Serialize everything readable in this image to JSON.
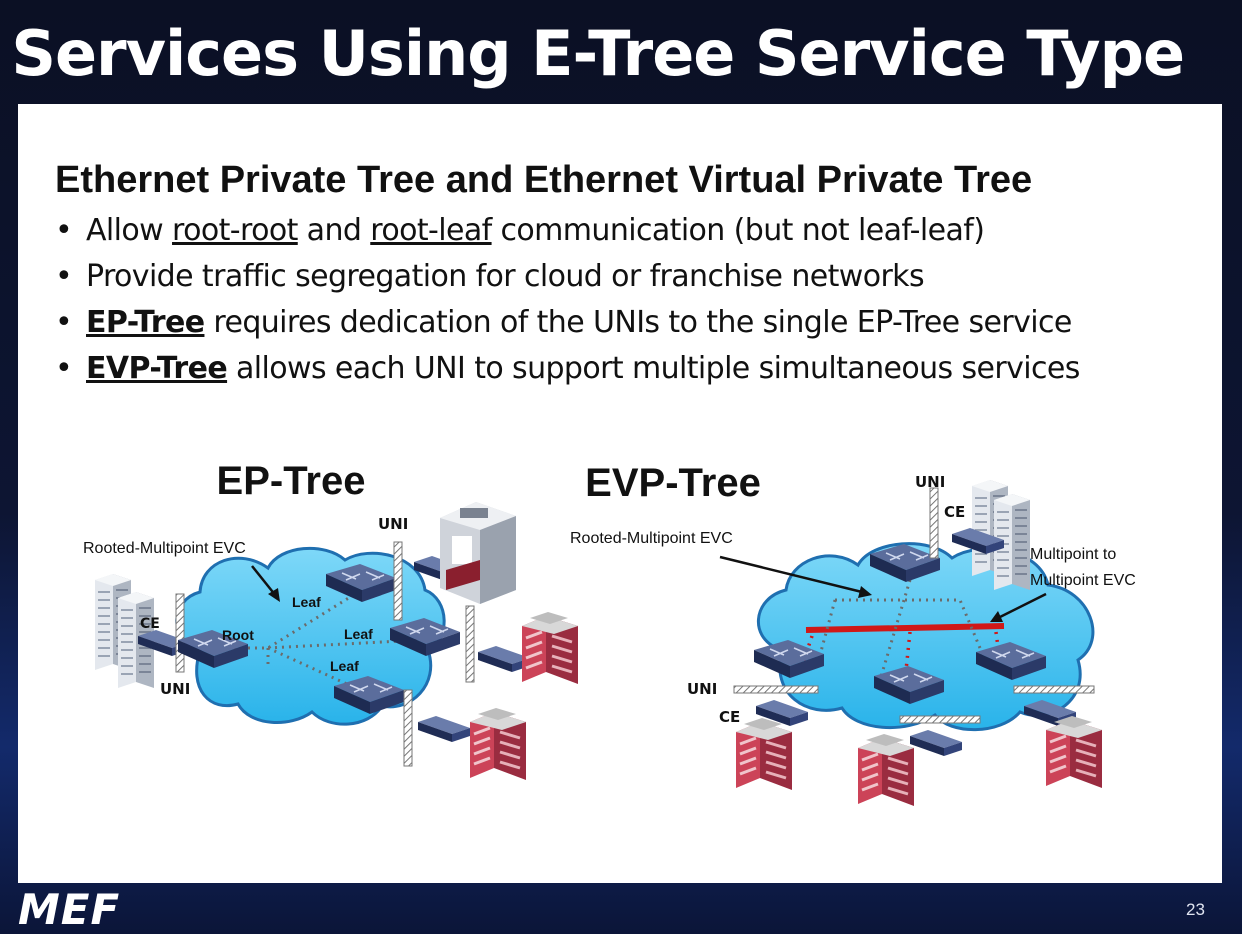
{
  "slide": {
    "title": "Services Using E-Tree Service Type",
    "heading": "Ethernet Private Tree and Ethernet Virtual Private Tree",
    "bullets": [
      {
        "parts": [
          "Allow ",
          "root-root",
          " and ",
          "root-leaf",
          " communication (but not leaf-leaf)"
        ]
      },
      {
        "parts": [
          "Provide traffic segregation for cloud or franchise networks"
        ]
      },
      {
        "parts": [
          "EP-Tree",
          " requires dedication of the UNIs to the single EP-Tree service"
        ]
      },
      {
        "parts": [
          "EVP-Tree",
          " allows each UNI to support multiple simultaneous services"
        ]
      }
    ],
    "page_number": "23",
    "logo": "MEF"
  },
  "ep_tree": {
    "title": "EP-Tree",
    "evc_label": "Rooted-Multipoint EVC",
    "ce_label": "CE",
    "uni_left": "UNI",
    "uni_top": "UNI",
    "root_label": "Root",
    "leaf_labels": [
      "Leaf",
      "Leaf",
      "Leaf"
    ]
  },
  "evp_tree": {
    "title": "EVP-Tree",
    "evc_label": "Rooted-Multipoint EVC",
    "mp_label_1": "Multipoint to",
    "mp_label_2": "Multipoint EVC",
    "uni_top": "UNI",
    "ce_top": "CE",
    "uni_left": "UNI",
    "ce_left": "CE"
  },
  "colors": {
    "cloud": "#4cc6f2",
    "switch": "#2e3f6e",
    "evc_line": "#d01818",
    "building": "#b8374a"
  },
  "icons": [
    "switch-icon",
    "cloud-icon",
    "building-icon",
    "office-tower-icon",
    "ce-device-icon"
  ]
}
